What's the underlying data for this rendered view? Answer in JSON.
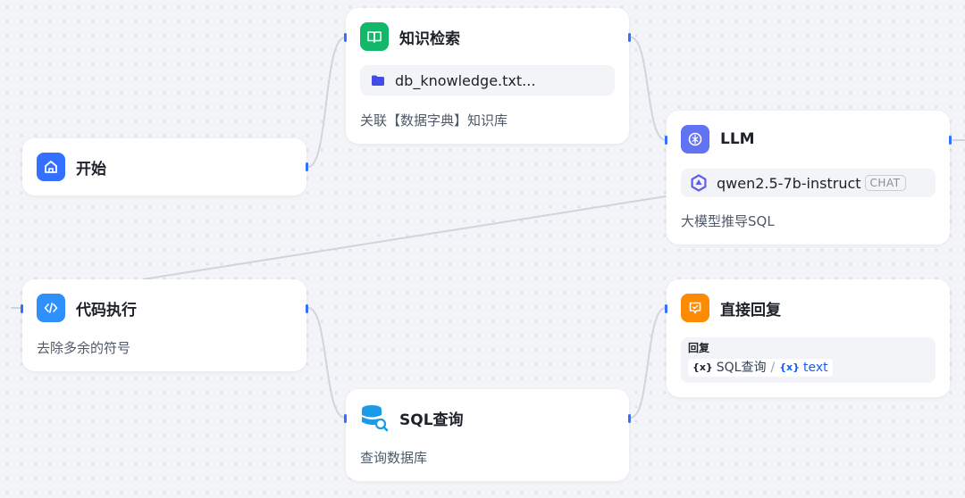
{
  "nodes": {
    "start": {
      "title": "开始",
      "icon": "home-icon",
      "color": "#3370ff"
    },
    "knowledge": {
      "title": "知识检索",
      "icon": "book-icon",
      "color": "#12b76a",
      "file_name": "db_knowledge.txt...",
      "file_icon": "folder-icon",
      "description": "关联【数据字典】知识库"
    },
    "llm": {
      "title": "LLM",
      "icon": "llm-brain-icon",
      "color": "#6172f3",
      "model_name": "qwen2.5-7b-instruct",
      "model_badge": "CHAT",
      "model_icon": "qwen-logo-icon",
      "description": "大模型推导SQL"
    },
    "code": {
      "title": "代码执行",
      "icon": "code-icon",
      "color": "#2e90fa",
      "description": "去除多余的符号"
    },
    "reply": {
      "title": "直接回复",
      "icon": "reply-icon",
      "color": "#fd8a03",
      "field_label": "回复",
      "var_mark": "{x}",
      "var_source": "SQL查询",
      "separator": "/",
      "var_name": "text"
    },
    "sql": {
      "title": "SQL查询",
      "icon": "database-search-icon",
      "color": "#1a9ae8",
      "description": "查询数据库"
    }
  }
}
